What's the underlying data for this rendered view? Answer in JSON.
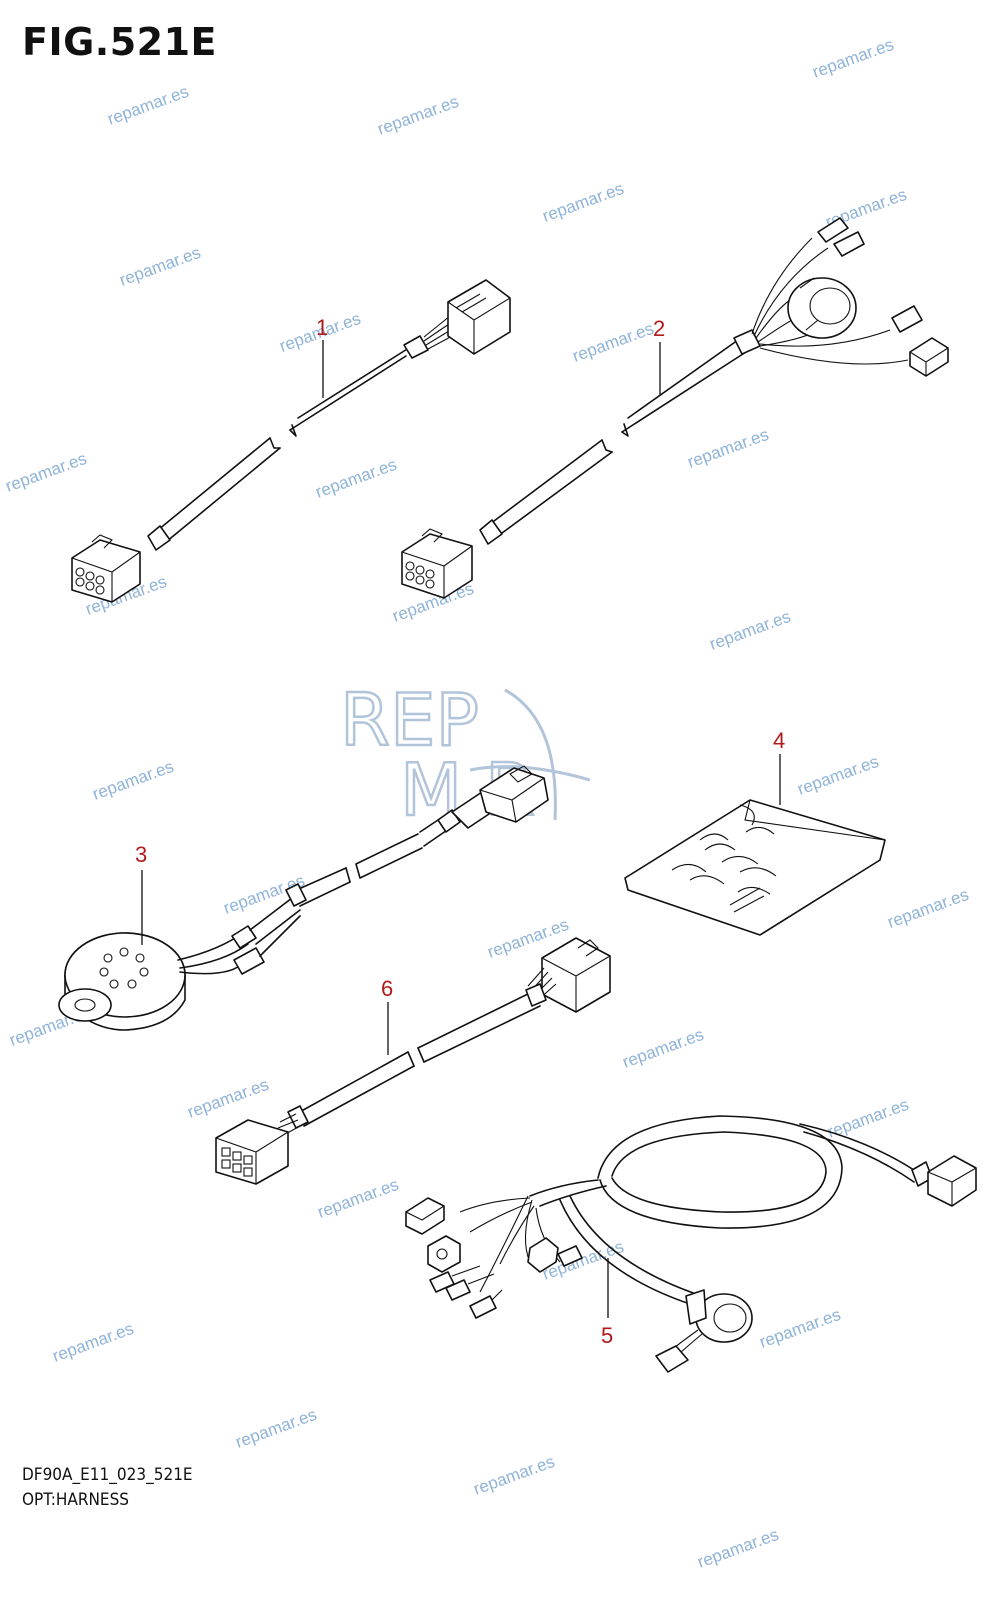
{
  "figure": {
    "title": "FIG.521E",
    "code": "DF90A_E11_023_521E",
    "section": "OPT:HARNESS"
  },
  "watermark": {
    "text": "repamar.es",
    "logo_line1": "REP",
    "logo_line2": "M  R",
    "color": "#8fb3d9"
  },
  "callouts": [
    {
      "id": "1",
      "label": "1"
    },
    {
      "id": "2",
      "label": "2"
    },
    {
      "id": "3",
      "label": "3"
    },
    {
      "id": "4",
      "label": "4"
    },
    {
      "id": "5",
      "label": "5"
    },
    {
      "id": "6",
      "label": "6"
    }
  ],
  "colors": {
    "callout": "#b11a1a",
    "line": "#111111"
  }
}
